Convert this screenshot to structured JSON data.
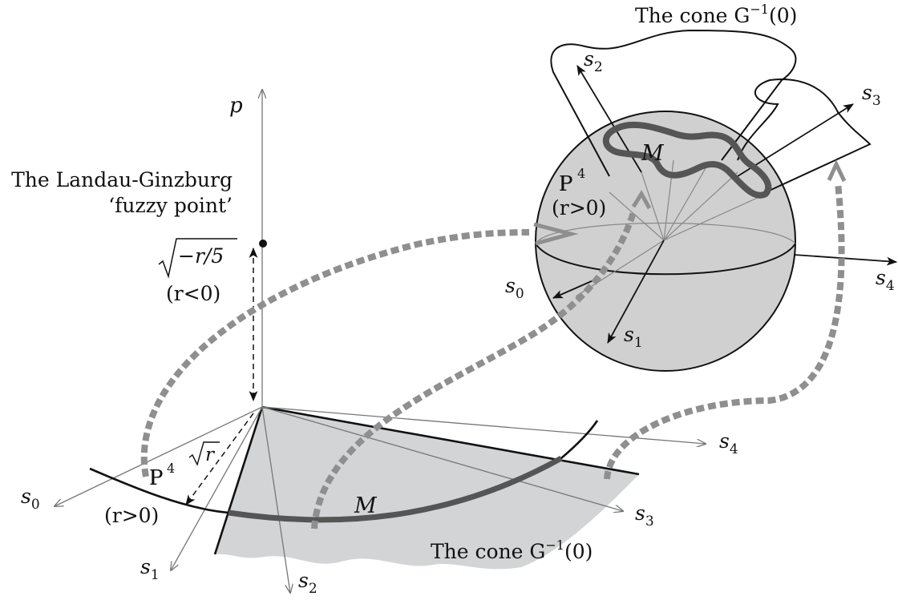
{
  "left": {
    "p_axis": "p",
    "lg_title_line1": "The Landau-Ginzburg",
    "lg_title_line2": "‘fuzzy point’",
    "sqrt_neg": "−r/5",
    "r_neg": "(r<0)",
    "sqrt_pos": "r",
    "proj_P": "P",
    "proj_exp": "4",
    "r_pos": "(r>0)",
    "manifold": "M",
    "cone": "The cone G",
    "cone_exp": "−1",
    "cone_arg": "(0)",
    "axes": [
      {
        "s": "s",
        "i": "0"
      },
      {
        "s": "s",
        "i": "1"
      },
      {
        "s": "s",
        "i": "2"
      },
      {
        "s": "s",
        "i": "3"
      },
      {
        "s": "s",
        "i": "4"
      }
    ]
  },
  "right": {
    "cone": "The cone G",
    "cone_exp": "−1",
    "cone_arg": "(0)",
    "proj_P": "P",
    "proj_exp": "4",
    "r_pos": "(r>0)",
    "manifold": "M",
    "axes": [
      {
        "s": "s",
        "i": "0"
      },
      {
        "s": "s",
        "i": "1"
      },
      {
        "s": "s",
        "i": "2"
      },
      {
        "s": "s",
        "i": "3"
      },
      {
        "s": "s",
        "i": "4"
      }
    ]
  },
  "colors": {
    "cone_fill": "#d3d4d6",
    "sphere_fill": "#d0d0d0",
    "manifold": "#555555",
    "dashed_arrow": "#8f8f8f",
    "thin_axis": "#777777",
    "ink": "#111111"
  }
}
